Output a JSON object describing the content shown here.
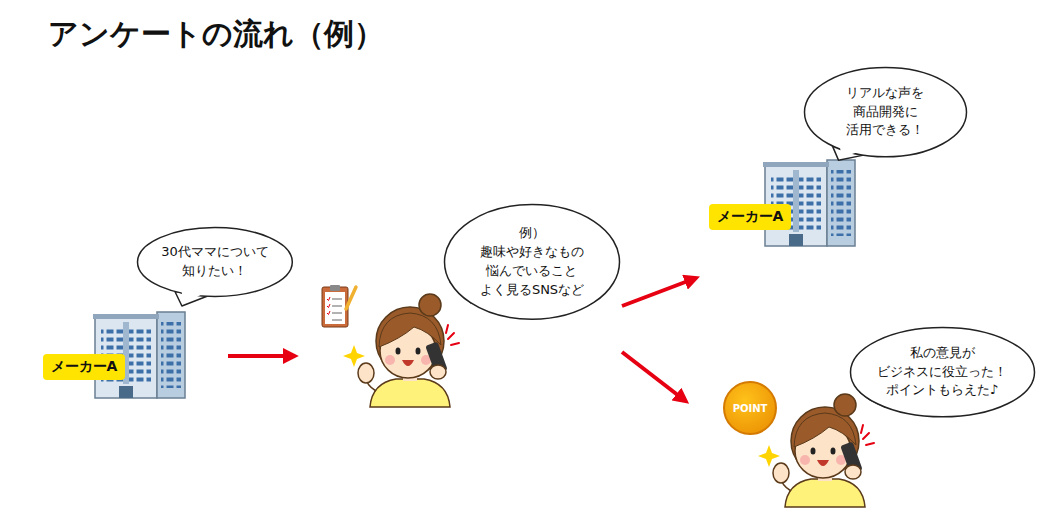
{
  "diagram": {
    "title": "アンケートの流れ（例）",
    "nodes": [
      {
        "text": [
          "30代ママについて 知りたい！"
        ]
      },
      {
        "text": [
          "メーカーA"
        ]
      },
      {
        "text": [
          "例）趣味や好きなもの 悩んでいること よく見るSNSなど"
        ]
      },
      {
        "text": [
          "リアルな声を 商品開発に 活用できる！"
        ]
      },
      {
        "text": [
          "メーカーA"
        ]
      },
      {
        "text": [
          "POINT"
        ]
      },
      {
        "text": [
          "私の意見が ビジネスに役立った！ ポイントもらえた♪"
        ]
      }
    ]
  }
}
